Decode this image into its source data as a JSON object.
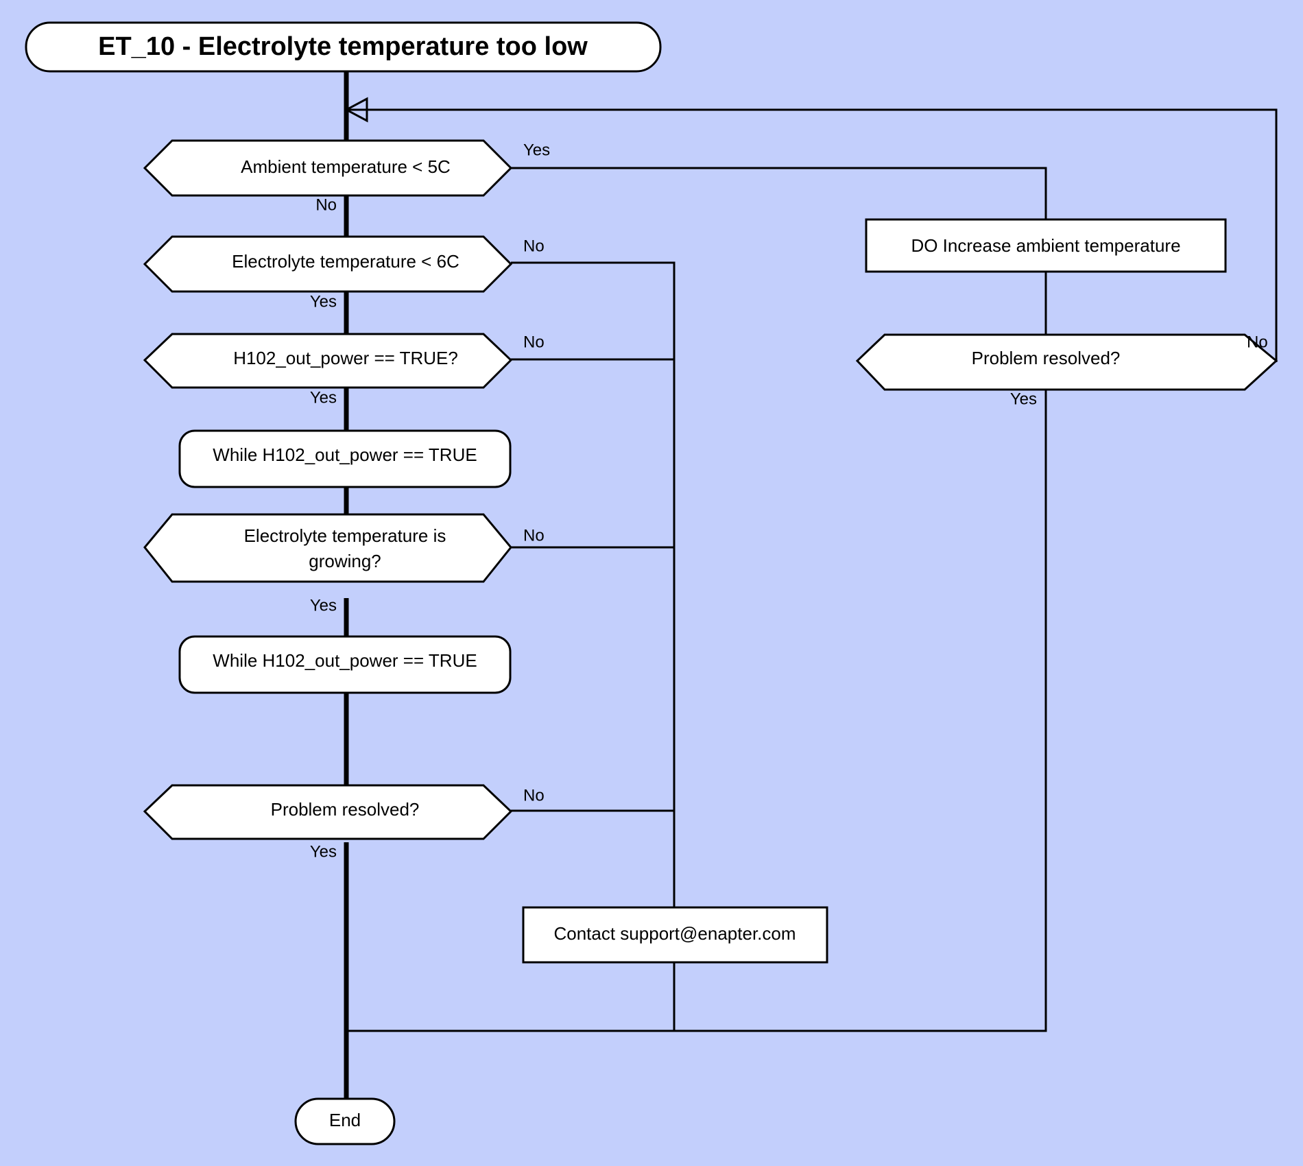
{
  "diagram": {
    "title": "ET_10 - Electrolyte temperature too low",
    "background_color": "#c3cffc",
    "node_fill_color": "#ffffff",
    "line_color": "#000000",
    "type": "flowchart"
  },
  "nodes": {
    "start": {
      "label": "ET_10 - Electrolyte temperature too low",
      "shape": "rounded-rectangle"
    },
    "d_ambient": {
      "label": "Ambient temperature < 5C",
      "shape": "hexagon"
    },
    "d_electrolyte": {
      "label": "Electrolyte temperature < 6C",
      "shape": "hexagon"
    },
    "d_h102": {
      "label": "H102_out_power == TRUE?",
      "shape": "hexagon"
    },
    "p_while1": {
      "label": "While H102_out_power == TRUE",
      "shape": "rounded-rectangle"
    },
    "d_growing_line1": {
      "label": "Electrolyte temperature is",
      "shape": "hexagon"
    },
    "d_growing_line2": {
      "label": "growing?",
      "shape": "hexagon"
    },
    "p_while2": {
      "label": "While H102_out_power == TRUE",
      "shape": "rounded-rectangle"
    },
    "d_resolved_left": {
      "label": "Problem resolved?",
      "shape": "hexagon"
    },
    "p_contact": {
      "label": "Contact support@enapter.com",
      "shape": "rectangle"
    },
    "p_do_increase": {
      "label": "DO Increase ambient temperature",
      "shape": "rectangle"
    },
    "d_resolved_right": {
      "label": "Problem resolved?",
      "shape": "hexagon"
    },
    "end": {
      "label": "End",
      "shape": "stadium"
    }
  },
  "edge_labels": {
    "ambient_yes": "Yes",
    "ambient_no": "No",
    "electrolyte_no": "No",
    "electrolyte_yes": "Yes",
    "h102_no": "No",
    "h102_yes": "Yes",
    "growing_no": "No",
    "growing_yes": "Yes",
    "resolved_left_no": "No",
    "resolved_left_yes": "Yes",
    "resolved_right_no": "No",
    "resolved_right_yes": "Yes"
  }
}
